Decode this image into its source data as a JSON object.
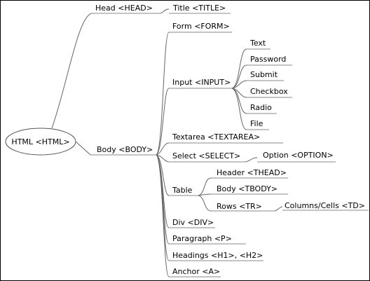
{
  "root": "HTML <HTML>",
  "head": {
    "label": "Head <HEAD>",
    "children": [
      "Title <TITLE>"
    ]
  },
  "body": {
    "label": "Body <BODY>",
    "form": "Form <FORM>",
    "input": {
      "label": "Input <INPUT>",
      "children": [
        "Text",
        "Password",
        "Submit",
        "Checkbox",
        "Radio",
        "File"
      ]
    },
    "textarea": "Textarea <TEXTAREA>",
    "select": {
      "label": "Select <SELECT>",
      "child": "Option <OPTION>"
    },
    "table": {
      "label": "Table",
      "header": "Header <THEAD>",
      "body": "Body <TBODY>",
      "rows": "Rows <TR>",
      "cells": "Columns/Cells <TD>"
    },
    "div": "Div <DIV>",
    "paragraph": "Paragraph <P>",
    "headings": "Headings <H1>, <H2>",
    "anchor": "Anchor <A>"
  }
}
